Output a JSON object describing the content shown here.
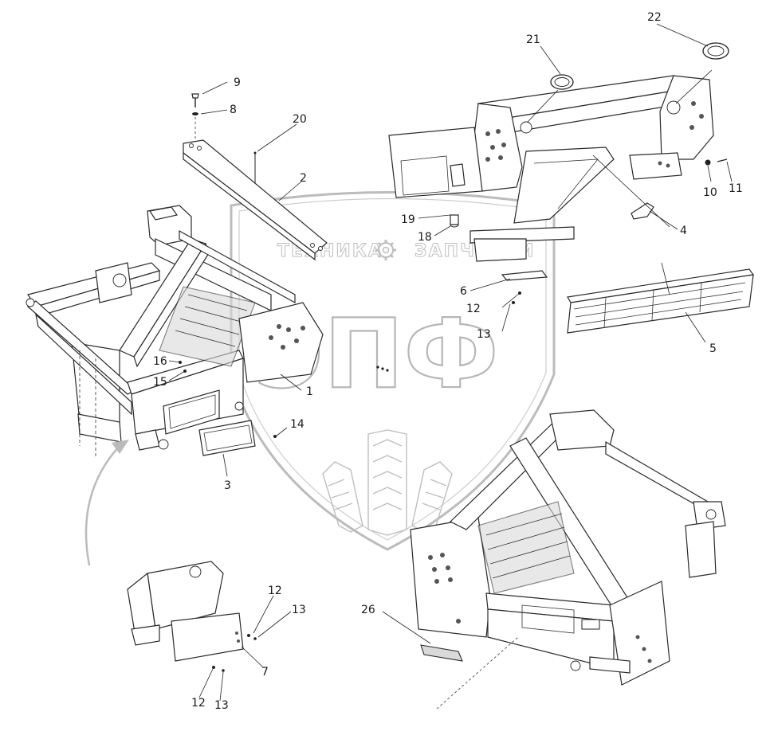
{
  "watermark": {
    "left_word": "ТЕХНИКА",
    "right_word": "ЗАПЧАСТИ",
    "logo_letters": "ЭПФ"
  },
  "callouts": [
    {
      "id": "c9",
      "label": "9"
    },
    {
      "id": "c8",
      "label": "8"
    },
    {
      "id": "c20",
      "label": "20"
    },
    {
      "id": "c2",
      "label": "2"
    },
    {
      "id": "c21",
      "label": "21"
    },
    {
      "id": "c22",
      "label": "22"
    },
    {
      "id": "c10",
      "label": "10"
    },
    {
      "id": "c11",
      "label": "11"
    },
    {
      "id": "c4",
      "label": "4"
    },
    {
      "id": "c19",
      "label": "19"
    },
    {
      "id": "c18",
      "label": "18"
    },
    {
      "id": "c6",
      "label": "6"
    },
    {
      "id": "c12a",
      "label": "12"
    },
    {
      "id": "c13a",
      "label": "13"
    },
    {
      "id": "c5",
      "label": "5"
    },
    {
      "id": "c16",
      "label": "16"
    },
    {
      "id": "c15",
      "label": "15"
    },
    {
      "id": "c1",
      "label": "1"
    },
    {
      "id": "c14",
      "label": "14"
    },
    {
      "id": "c3",
      "label": "3"
    },
    {
      "id": "c12b",
      "label": "12"
    },
    {
      "id": "c13b",
      "label": "13"
    },
    {
      "id": "c7",
      "label": "7"
    },
    {
      "id": "c12c",
      "label": "12"
    },
    {
      "id": "c13c",
      "label": "13"
    },
    {
      "id": "c26",
      "label": "26"
    }
  ]
}
